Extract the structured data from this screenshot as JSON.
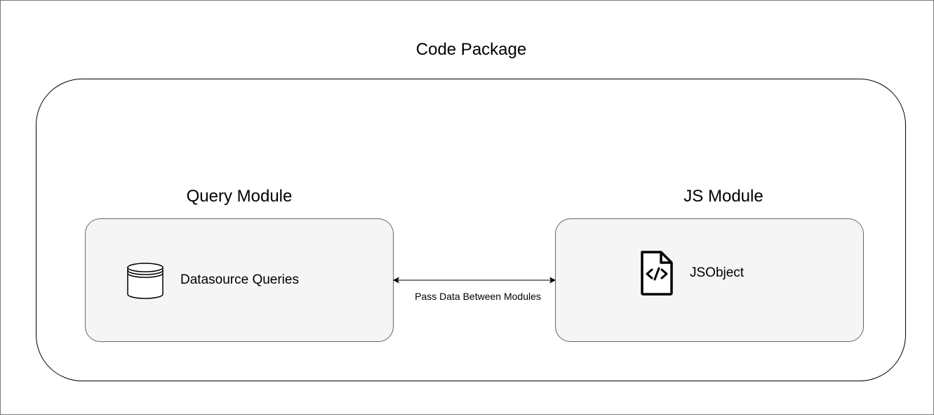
{
  "diagram": {
    "title": "Code Package",
    "modules": [
      {
        "title": "Query Module",
        "item_label": "Datasource Queries",
        "icon": "database-icon"
      },
      {
        "title": "JS Module",
        "item_label": "JSObject",
        "icon": "code-file-icon"
      }
    ],
    "connector": {
      "label": "Pass Data Between Modules",
      "direction": "bidirectional"
    }
  }
}
